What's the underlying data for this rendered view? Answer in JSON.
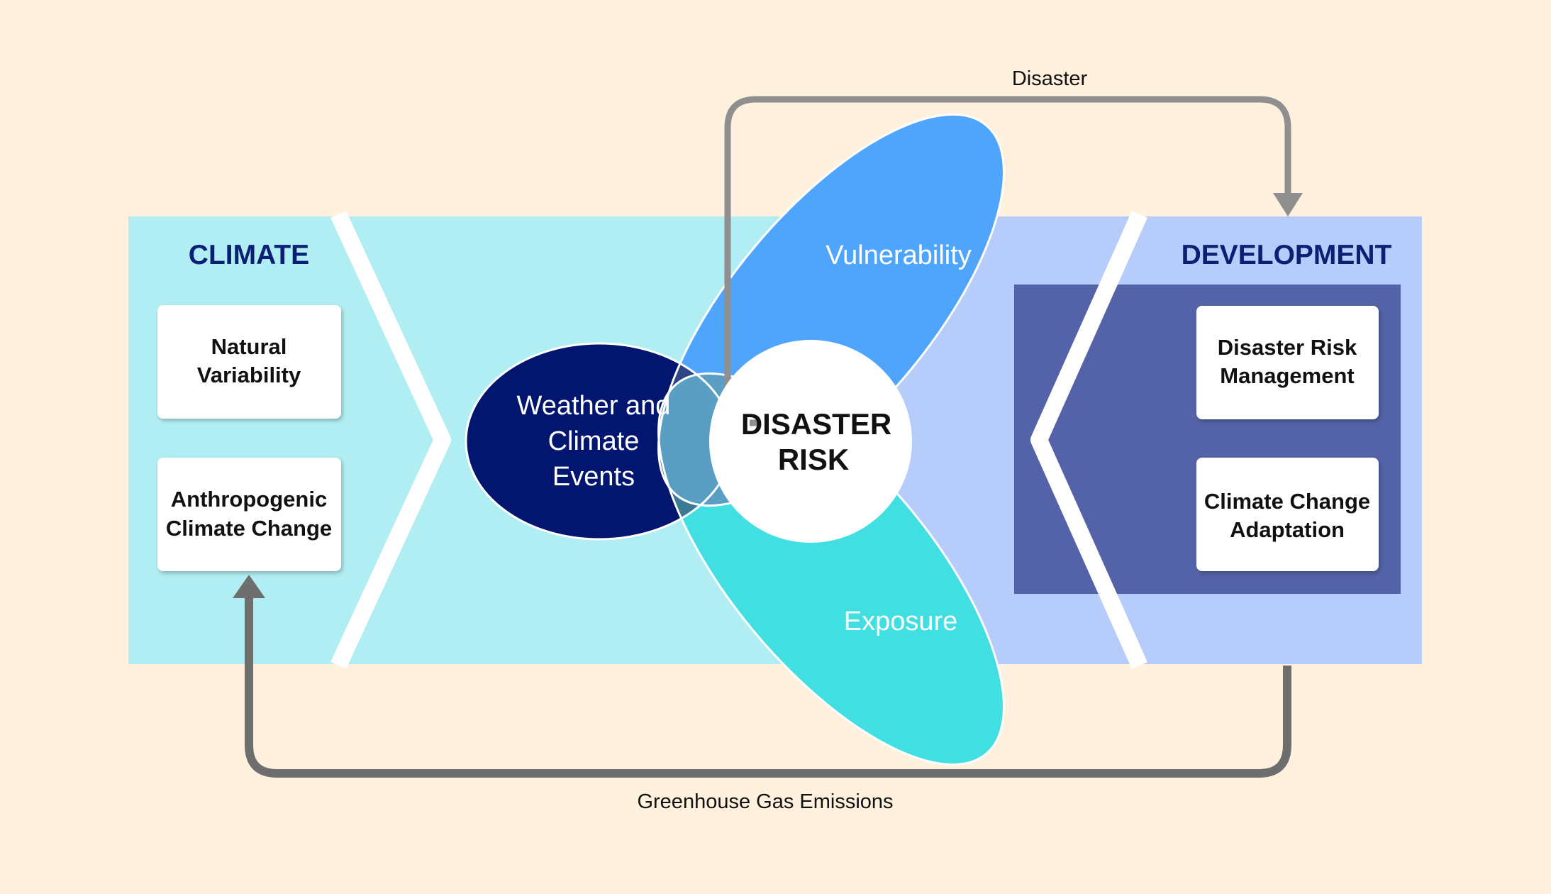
{
  "climate": {
    "heading": "CLIMATE",
    "boxes": [
      {
        "lines": [
          "Natural",
          "Variability"
        ]
      },
      {
        "lines": [
          "Anthropogenic",
          "Climate Change"
        ]
      }
    ]
  },
  "development": {
    "heading": "DEVELOPMENT",
    "boxes": [
      {
        "lines": [
          "Disaster Risk",
          "Management"
        ]
      },
      {
        "lines": [
          "Climate Change",
          "Adaptation"
        ]
      }
    ]
  },
  "hazard": {
    "lines": [
      "Weather and",
      "Climate",
      "Events"
    ]
  },
  "vulnerability": {
    "label": "Vulnerability"
  },
  "exposure": {
    "label": "Exposure"
  },
  "center": {
    "lines": [
      "DISASTER",
      "RISK"
    ]
  },
  "arrows": {
    "top_label": "Disaster",
    "bottom_label": "Greenhouse Gas Emissions"
  },
  "colors": {
    "background": "#fff1dd",
    "climate_band": "#b0eef3",
    "development_band": "#b6ccfb",
    "development_inner": "#5463a8",
    "hazard": "#03166f",
    "vulnerability": "#4fa4fc",
    "exposure": "#41dfe2",
    "arrow": "#8f8f8f",
    "heading": "#0b1f74"
  }
}
